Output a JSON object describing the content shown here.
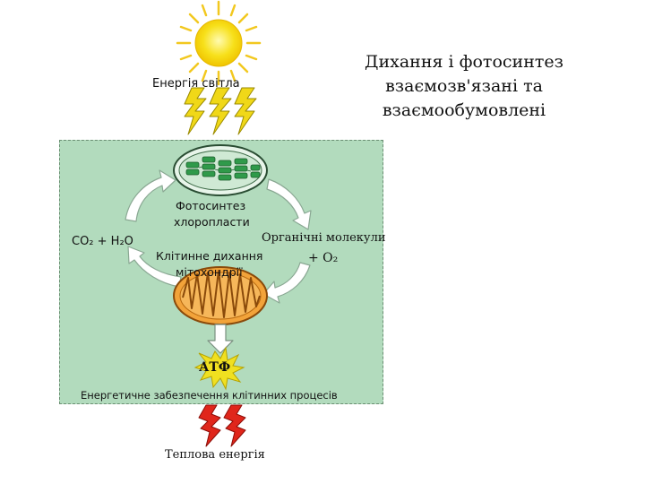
{
  "title": {
    "line1": "Дихання і фотосинтез",
    "line2": "взаємозв'язані та",
    "line3": "взаємообумовлені"
  },
  "labels": {
    "light_energy": "Енергія світла",
    "photosynthesis": "Фотосинтез",
    "chloroplasts": "хлоропласти",
    "inputs": "CO₂ + H₂O",
    "organic": "Органічні молекули",
    "oxygen": "+ O₂",
    "respiration": "Клітинне дихання",
    "mitochondria": "мітохондрії",
    "atp": "АТФ",
    "energy_supply": "Енергетичне забезпечення клітинних процесів",
    "heat": "Теплова енергія"
  },
  "colors": {
    "sun": "#f7e01a",
    "sun_rays": "#f2c81f",
    "panel": "#b2dbbd",
    "lightning": "#f0d818",
    "heat_lightning": "#e0261b",
    "chloroplast": "#2f9a4a",
    "mitochondrion": "#e58a18",
    "cycle_arrows": "#ffffff"
  },
  "icons": [
    "sun-icon",
    "light-lightning-icon",
    "chloroplast-icon",
    "mitochondrion-icon",
    "atp-burst-icon",
    "heat-lightning-icon"
  ]
}
